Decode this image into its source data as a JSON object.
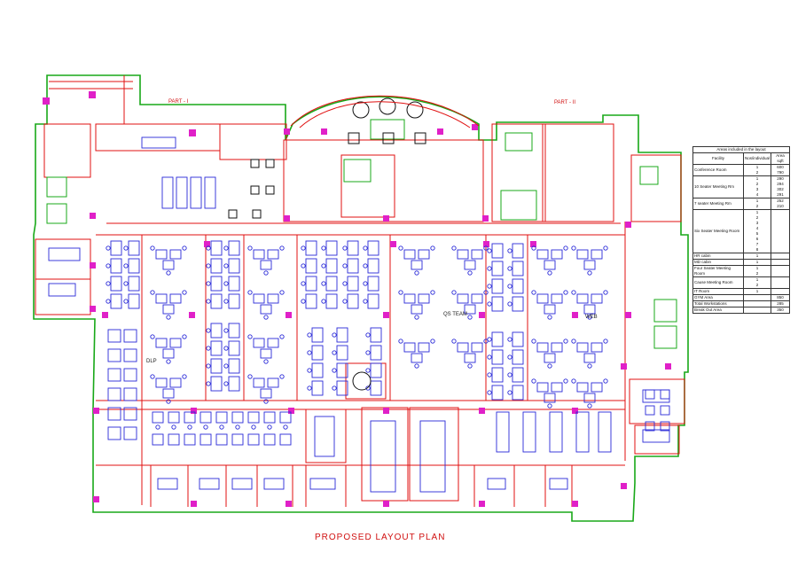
{
  "title": "PROPOSED LAYOUT PLAN",
  "labels": {
    "part_left": "PART - I",
    "part_right": "PART - II",
    "qs_team": "QS TEAM",
    "web": "WEB",
    "dlp": "DLP"
  },
  "colors": {
    "walls": "#e01010",
    "furniture": "#2a2ad8",
    "columns": "#e020c8",
    "outline": "#18a818",
    "glazing": "#18a818",
    "text": "#222222"
  },
  "area_table": {
    "caption": "Areas included in the layout",
    "headers": [
      "Facility",
      "Nos/individual",
      "Area sqft"
    ],
    "rows": [
      {
        "facility": "Conference Room",
        "nos": [
          "1",
          "2"
        ],
        "area": [
          "600",
          "790"
        ]
      },
      {
        "facility": "10 Seater Meeting Rm",
        "nos": [
          "1",
          "2",
          "3",
          "4"
        ],
        "area": [
          "290",
          "294",
          "302",
          "291"
        ]
      },
      {
        "facility": "7 seater Meeting Rm",
        "nos": [
          "1",
          "2"
        ],
        "area": [
          "252",
          "210"
        ]
      },
      {
        "facility": "Six Seater Meeting Room",
        "nos": [
          "1",
          "2",
          "3",
          "4",
          "5",
          "6",
          "7",
          "8"
        ],
        "area": []
      },
      {
        "facility": "HR cabin",
        "nos": [
          "1"
        ],
        "area": []
      },
      {
        "facility": "MD cabin",
        "nos": [
          "1"
        ],
        "area": []
      },
      {
        "facility": "Four Seater Meeting Room",
        "nos": [
          "1",
          "2"
        ],
        "area": []
      },
      {
        "facility": "Cause Meeting Room",
        "nos": [
          "1",
          "2"
        ],
        "area": []
      },
      {
        "facility": "IT Room",
        "nos": [
          "1"
        ],
        "area": []
      },
      {
        "facility": "GYM Area",
        "nos": [],
        "area": [
          "850"
        ]
      },
      {
        "facility": "Total Workstations",
        "nos": [],
        "area": [
          "285"
        ]
      },
      {
        "facility": "Break Out Area",
        "nos": [],
        "area": [
          "350"
        ]
      }
    ]
  }
}
